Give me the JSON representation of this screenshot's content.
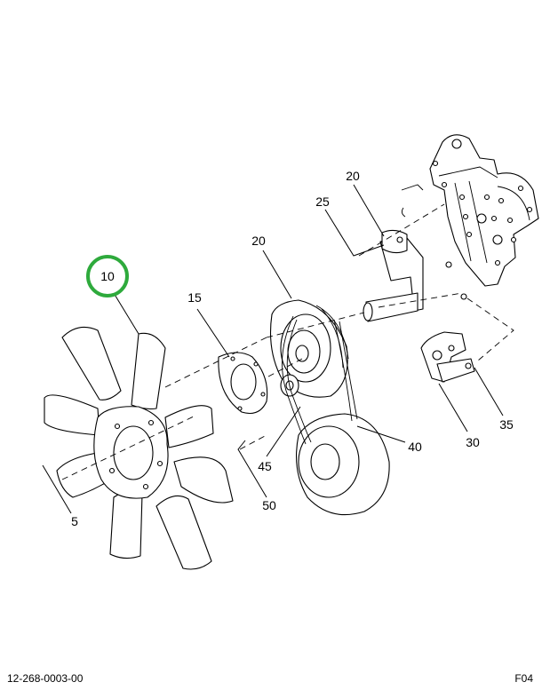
{
  "callouts": {
    "c10": "10",
    "c15": "15",
    "c20_pulley": "20",
    "c20_bracket": "20",
    "c25": "25",
    "c30": "30",
    "c35": "35",
    "c40": "40",
    "c45": "45",
    "c50": "50",
    "c5": "5"
  },
  "highlight": {
    "callout": "10",
    "color": "#2eaa3c"
  },
  "footer": {
    "doc_number": "12-268-0003-00",
    "sheet_code": "F04"
  }
}
